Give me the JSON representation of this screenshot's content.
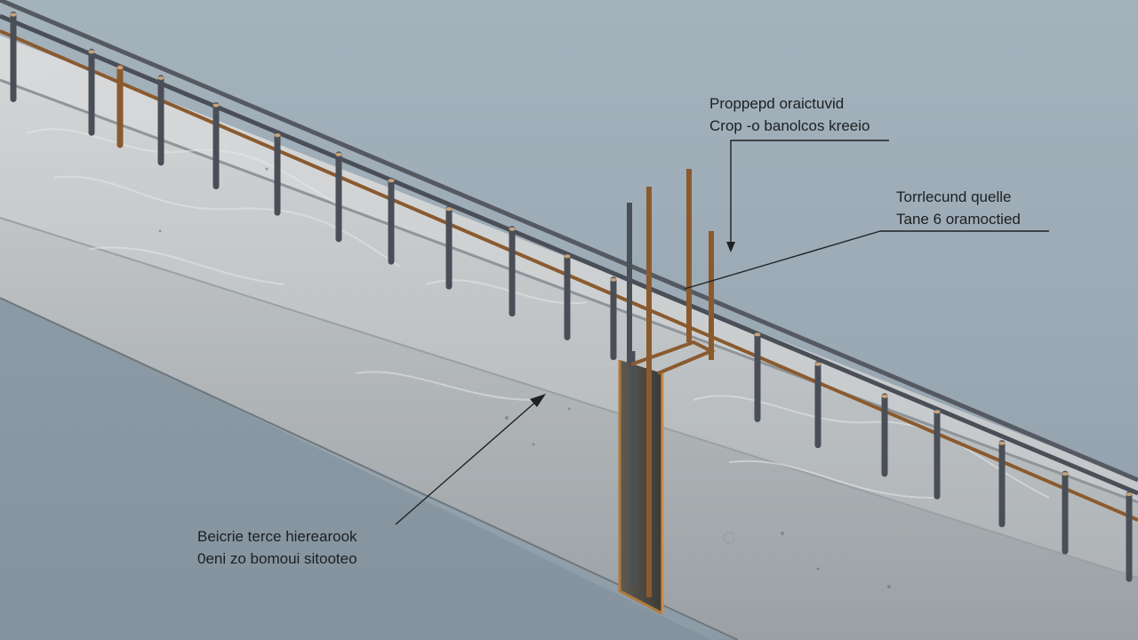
{
  "diagram": {
    "callouts": [
      {
        "id": "top",
        "lines": [
          "Proppepd oraictuvid",
          "Crop -o banolcos kreeio"
        ]
      },
      {
        "id": "right",
        "lines": [
          "Torrlecund quelle",
          "Tane 6 oramoctied"
        ]
      },
      {
        "id": "left",
        "lines": [
          "Beicrie terce hierearook",
          "0eni zo bomoui sitooteo"
        ]
      }
    ],
    "colors": {
      "background": "#9eacb7",
      "concrete": "#c9cccd",
      "concrete_shadow": "#a7acaf",
      "rebar": "#4a4f57",
      "rust": "#8a5a2e",
      "leader": "#1e2124"
    }
  }
}
